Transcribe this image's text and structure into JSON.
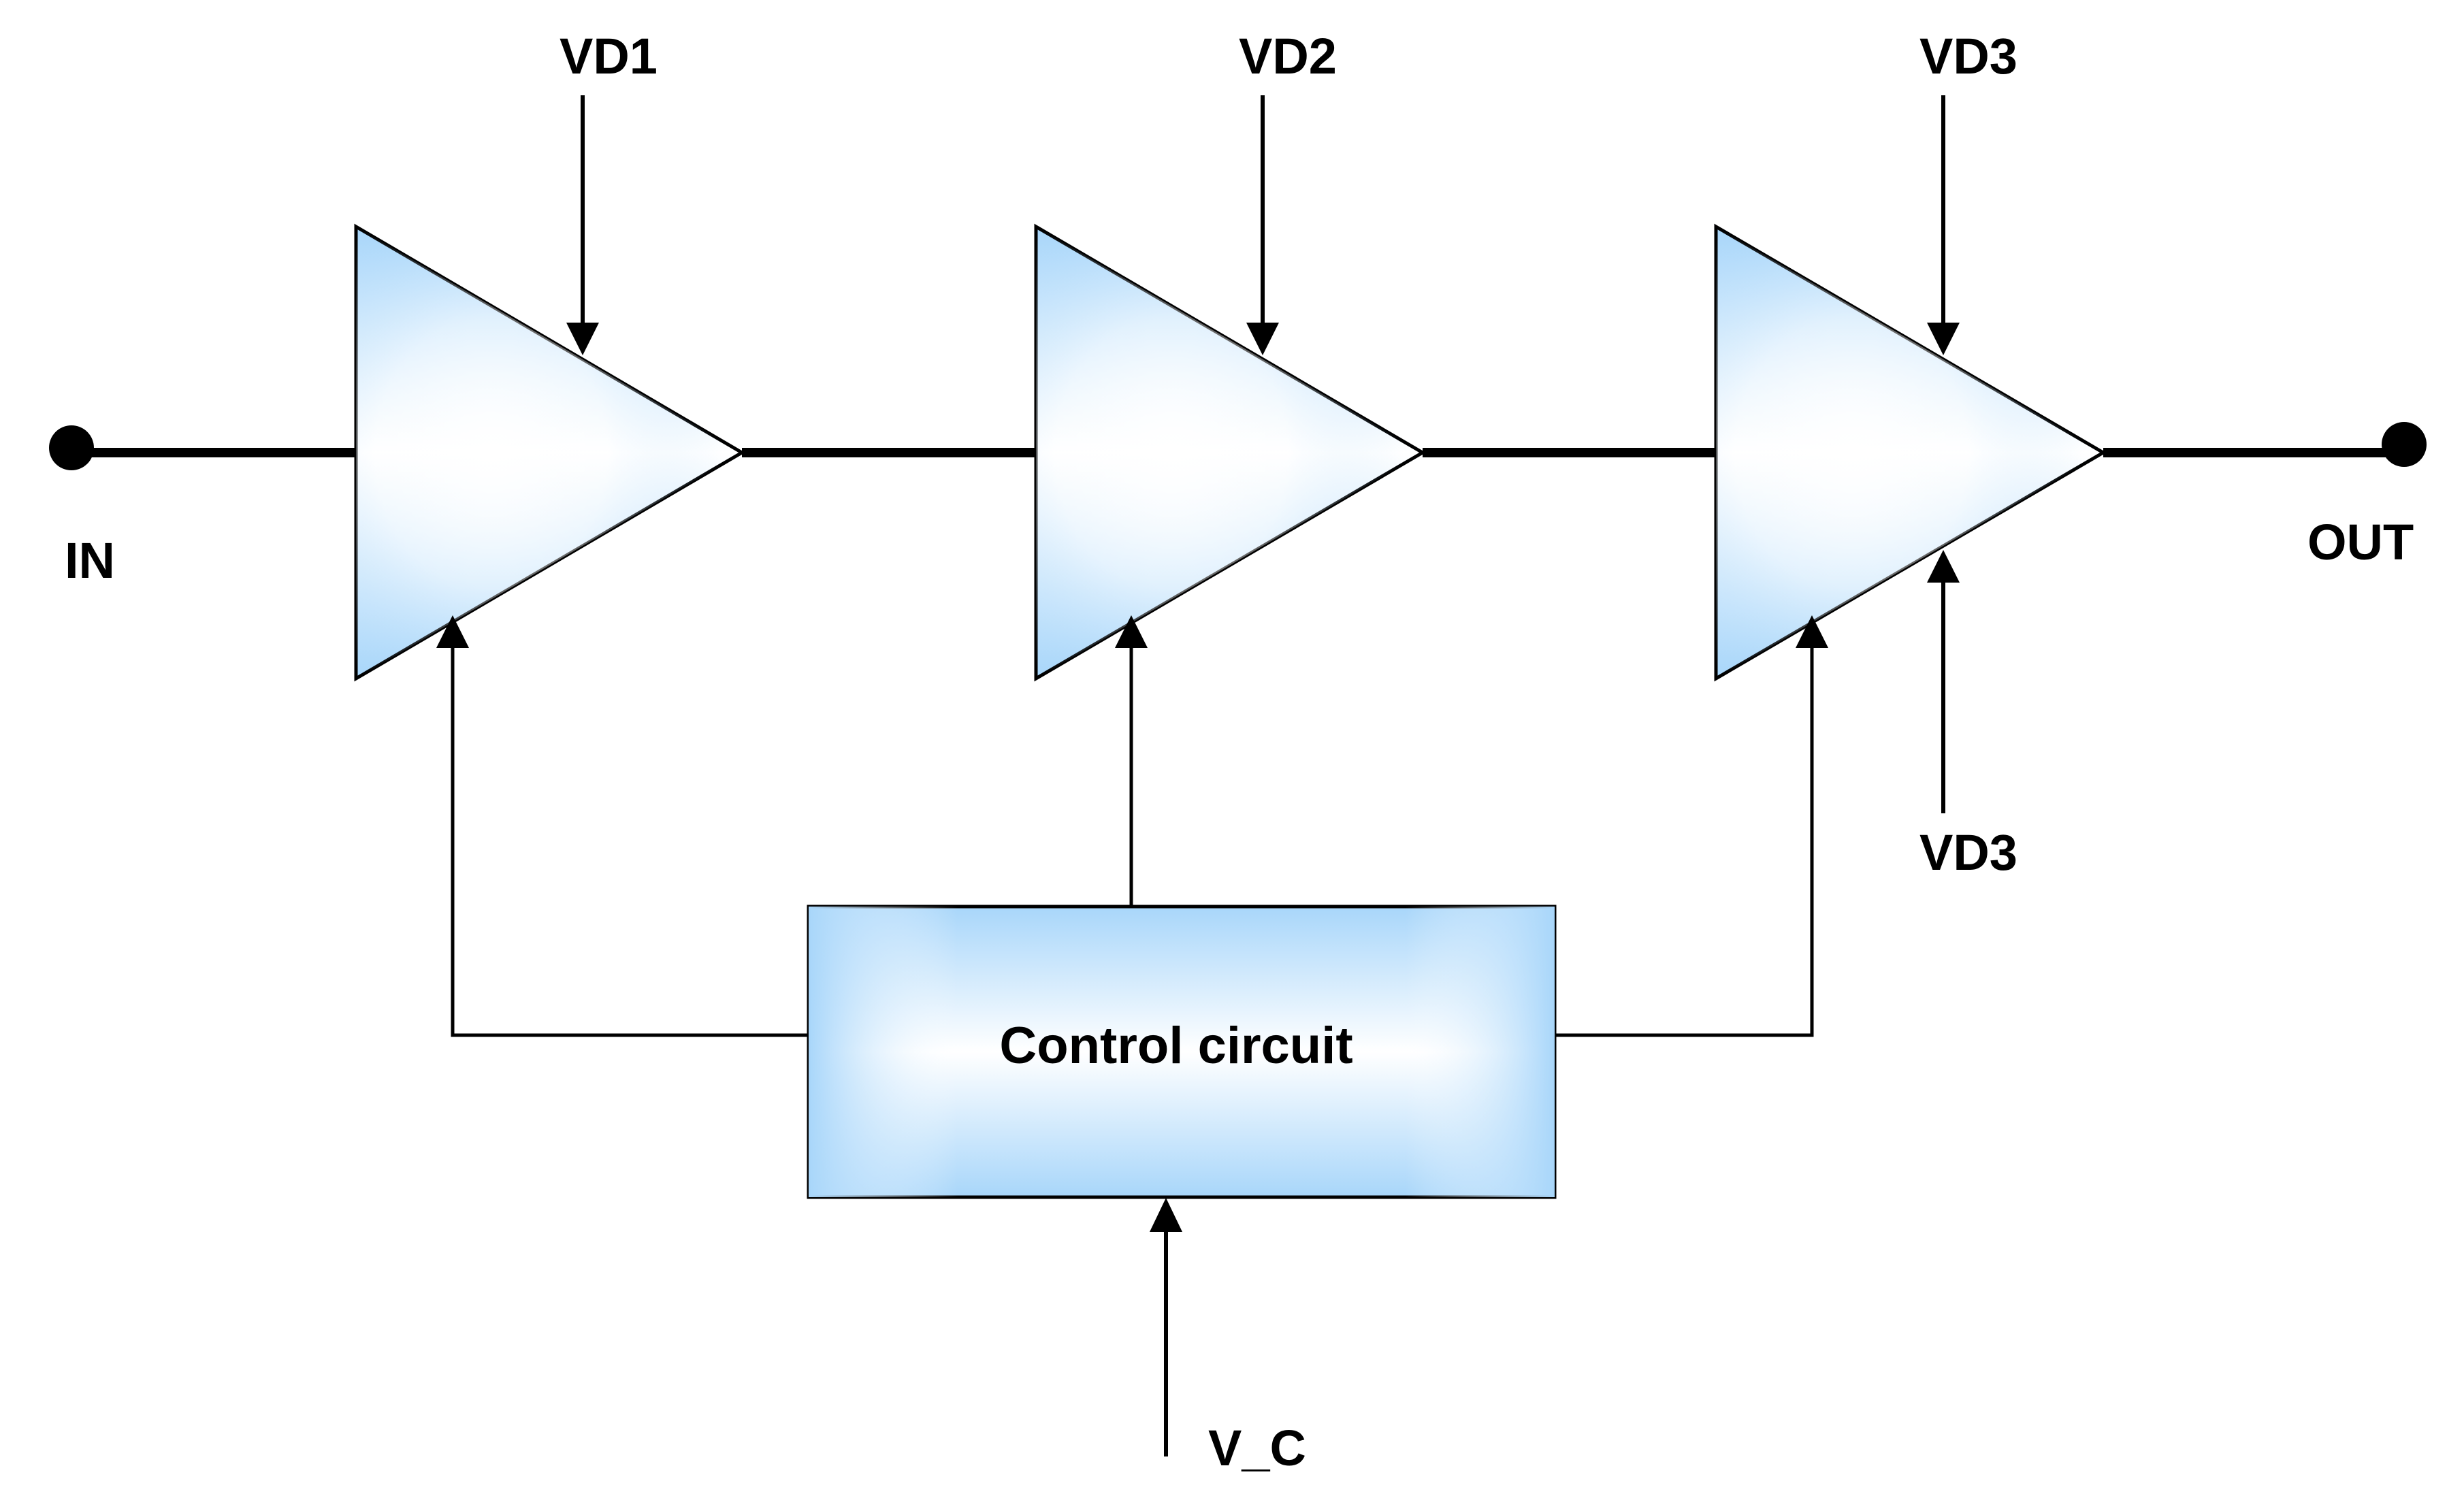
{
  "diagram": {
    "input_label": "IN",
    "output_label": "OUT",
    "amp1_supply": "VD1",
    "amp2_supply": "VD2",
    "amp3_supply_top": "VD3",
    "amp3_supply_bottom": "VD3",
    "control_label": "Control circuit",
    "control_input": "V_C"
  },
  "colors": {
    "block_edge": "#a8d6fa",
    "block_center": "#ffffff",
    "line": "#000000"
  }
}
